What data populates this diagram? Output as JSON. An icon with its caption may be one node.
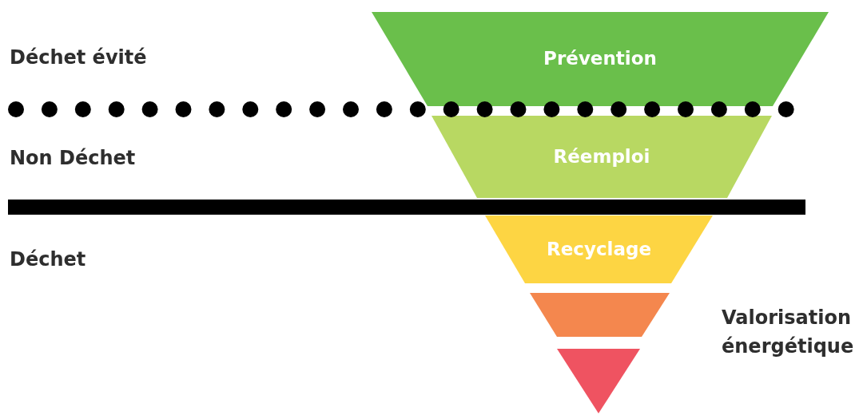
{
  "diagram": {
    "nodes": [
      {
        "text": [
          "Prévention"
        ]
      },
      {
        "text": [
          "Réemploi"
        ]
      },
      {
        "text": [
          "Recyclage"
        ]
      },
      {
        "text": [],
        "shape": "trapezoid"
      },
      {
        "text": [],
        "shape": "triangle"
      }
    ],
    "labels": [
      "Déchet évité",
      "Non Déchet",
      "Déchet",
      "Valorisation énergétique"
    ]
  }
}
